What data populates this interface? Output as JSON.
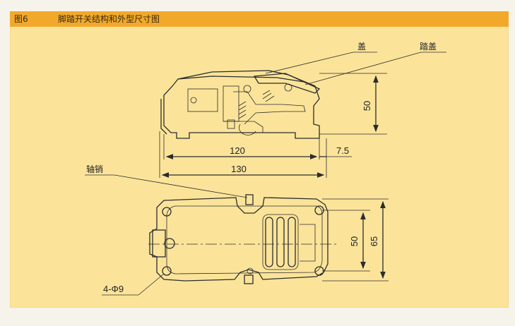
{
  "header": {
    "figure_no": "图6",
    "title": "脚踏开关结构和外型尺寸图"
  },
  "labels": {
    "cover": "盖",
    "pedal_cover": "踏盖",
    "shaft_pin": "轴销",
    "holes": "4-Φ9"
  },
  "dimensions": {
    "height_side": "50",
    "length_120": "120",
    "length_130": "130",
    "offset": "7.5",
    "width_50": "50",
    "width_65": "65"
  },
  "colors": {
    "panel": "#fbe49a",
    "header": "#f2a92b",
    "line": "#2c2c2c"
  }
}
